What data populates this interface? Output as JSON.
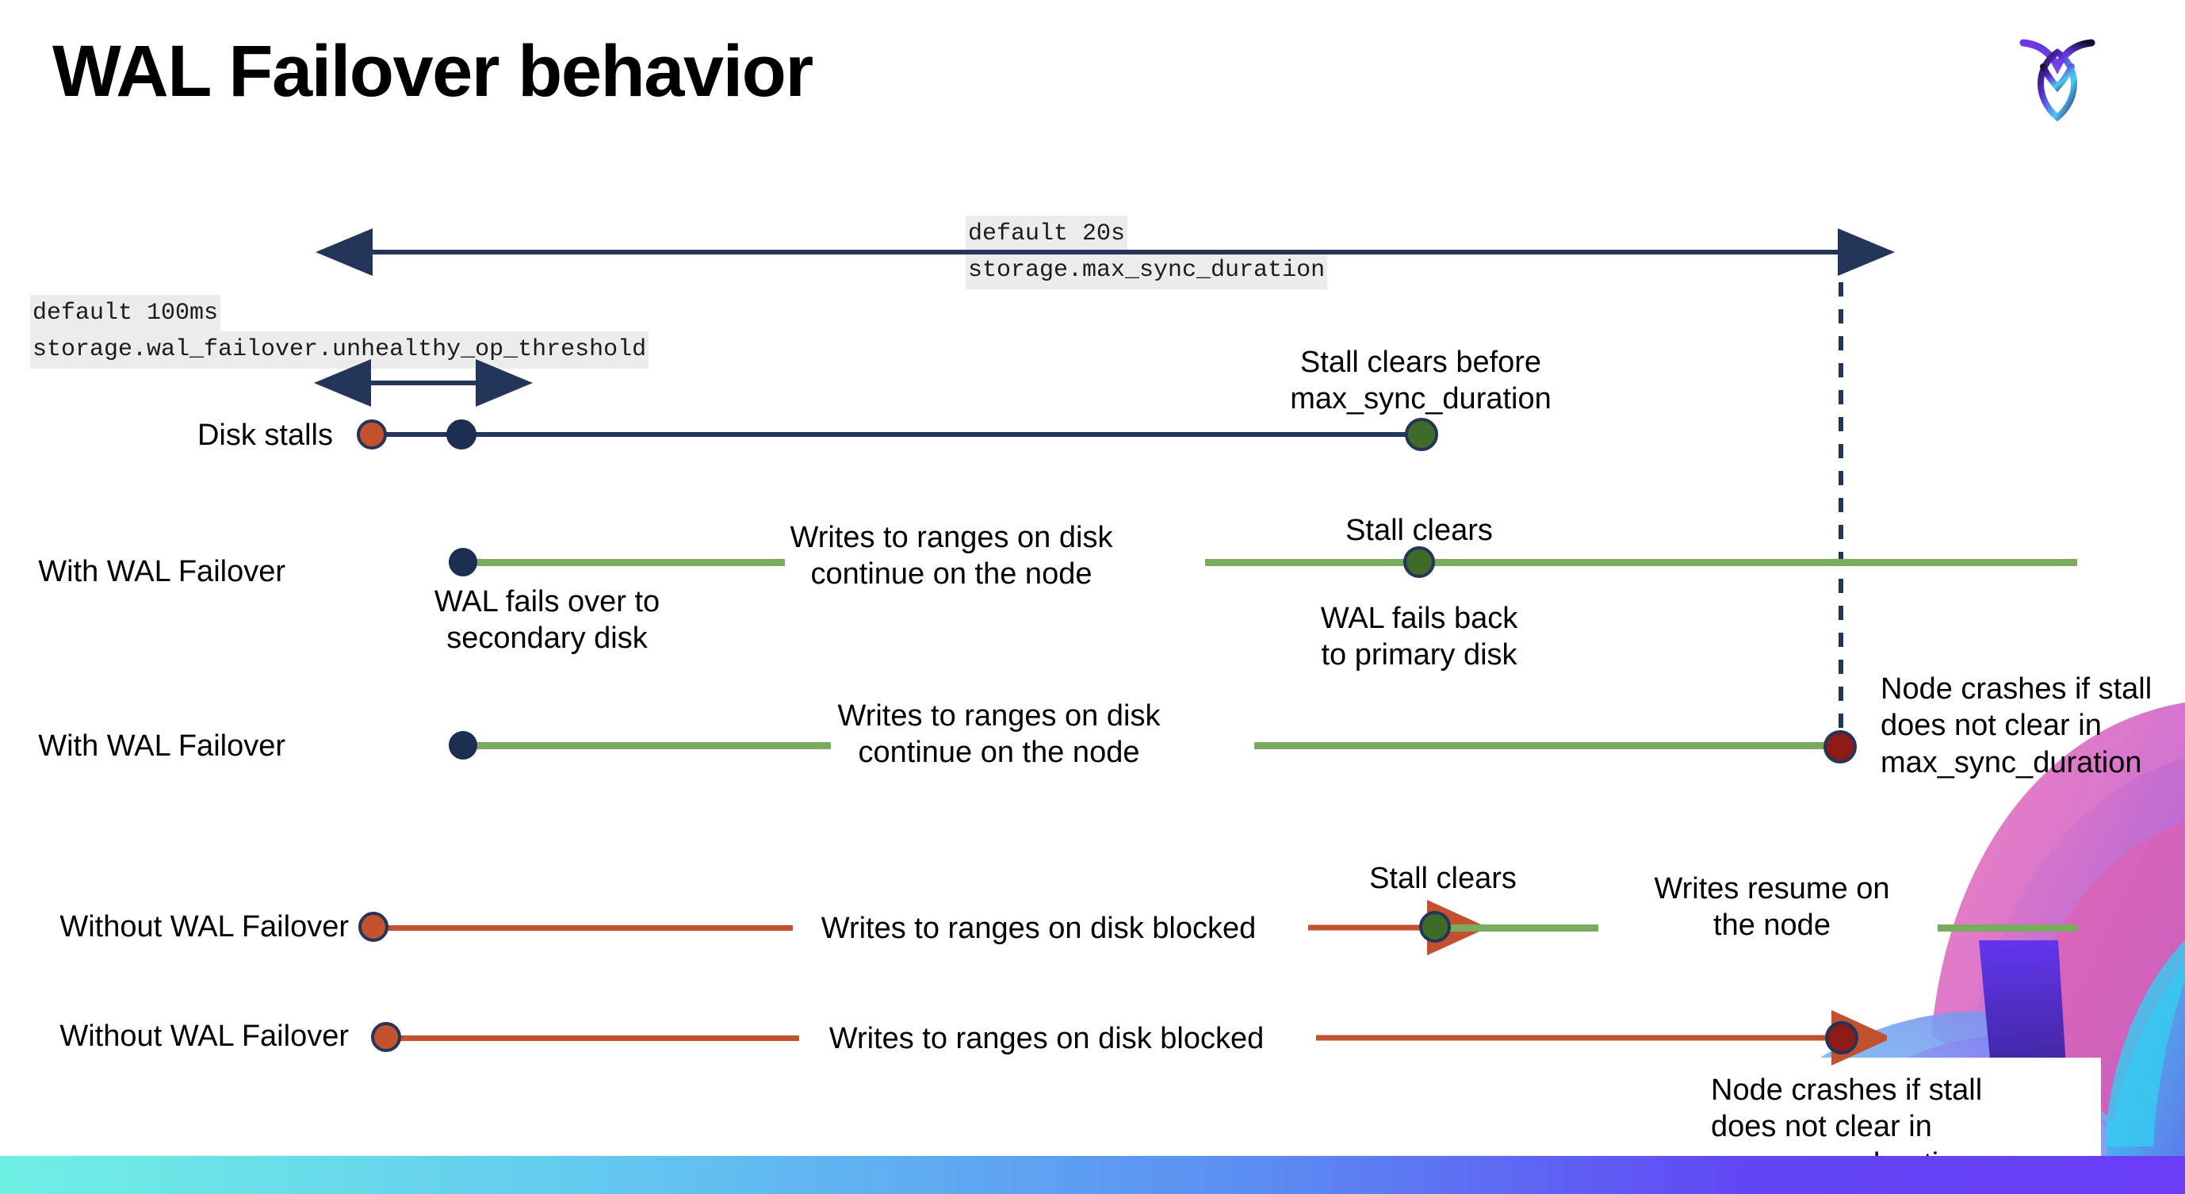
{
  "header": {
    "title": "WAL Failover behavior",
    "logo_name": "cockroachdb-logo"
  },
  "annotations": {
    "max_sync": {
      "default_line": "default 20s",
      "setting_line": "storage.max_sync_duration"
    },
    "unhealthy_op": {
      "default_line": "default 100ms",
      "setting_line": "storage.wal_failover.unhealthy_op_threshold"
    }
  },
  "rows": [
    {
      "label": "Disk stalls",
      "notes": [
        "Stall clears before\nmax_sync_duration"
      ]
    },
    {
      "label": "With WAL Failover",
      "notes": [
        "WAL fails over to\nsecondary disk",
        "Writes to ranges on disk\ncontinue on the node",
        "Stall clears",
        "WAL fails  back\nto primary disk"
      ]
    },
    {
      "label": "With WAL Failover",
      "notes": [
        "Writes to ranges on disk\ncontinue on the node",
        "Node crashes if stall\ndoes not clear in\nmax_sync_duration"
      ]
    },
    {
      "label": "Without WAL Failover",
      "notes": [
        "Writes to ranges on disk  blocked",
        "Stall clears",
        "Writes resume on\nthe node"
      ]
    },
    {
      "label": "Without WAL Failover",
      "notes": [
        "Writes to ranges on disk  blocked",
        "Node crashes if stall\ndoes not clear in\nmax_sync_duration"
      ]
    }
  ],
  "text": {
    "title": "WAL Failover behavior",
    "default_20s": "default 20s",
    "storage_max_sync_duration": "storage.max_sync_duration",
    "default_100ms": "default 100ms",
    "storage_unhealthy_op_threshold": "storage.wal_failover.unhealthy_op_threshold",
    "disk_stalls": "Disk stalls",
    "with_wal_failover_1": "With WAL Failover",
    "with_wal_failover_2": "With WAL Failover",
    "without_wal_failover_1": "Without WAL Failover",
    "without_wal_failover_2": "Without WAL Failover",
    "stall_clears_before_max": "Stall clears before\nmax_sync_duration",
    "wal_fails_over": "WAL fails over to\nsecondary disk",
    "writes_continue_1": "Writes to ranges on disk\ncontinue on the node",
    "stall_clears_1": "Stall clears",
    "wal_fails_back": "WAL fails  back\nto primary disk",
    "writes_continue_2": "Writes to ranges on disk\ncontinue on the node",
    "node_crashes_1": "Node crashes if stall\ndoes not clear in\nmax_sync_duration",
    "writes_blocked_1": "Writes to ranges on disk  blocked",
    "stall_clears_2": "Stall clears",
    "writes_resume": "Writes resume on\nthe node",
    "writes_blocked_2": "Writes to ranges on disk  blocked",
    "node_crashes_2": "Node crashes if stall\ndoes not clear in\nmax_sync_duration"
  },
  "colors": {
    "navy": "#24355a",
    "orange": "#c4522f",
    "green_line": "#7aab5e",
    "green_dot": "#3f6b29",
    "dark_red": "#8c1a16",
    "red_line": "#c1512f",
    "code_bg": "#ececec",
    "bar_start": "#6ff0e4",
    "bar_end": "#6a3df6"
  }
}
